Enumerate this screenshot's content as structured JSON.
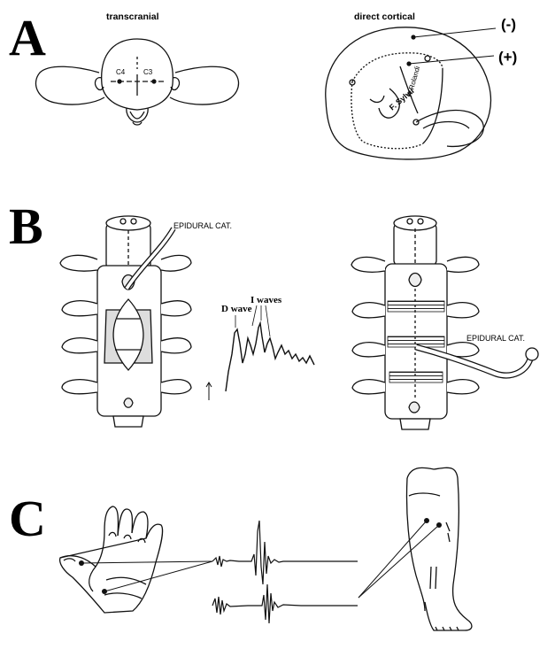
{
  "panels": {
    "a": {
      "letter": "A",
      "left_title": "transcranial",
      "right_title": "direct cortical",
      "electrode_c4": "C4",
      "electrode_c3": "C3",
      "minus": "(-)",
      "plus": "(+)",
      "sulcus_rolandi": "F. Rolandi",
      "sulcus_sylvii": "F. Sylvii"
    },
    "b": {
      "letter": "B",
      "catheter_left": "EPIDURAL CAT.",
      "catheter_right": "EPIDURAL CAT.",
      "d_wave": "D wave",
      "i_waves": "I waves"
    },
    "c": {
      "letter": "C"
    }
  }
}
